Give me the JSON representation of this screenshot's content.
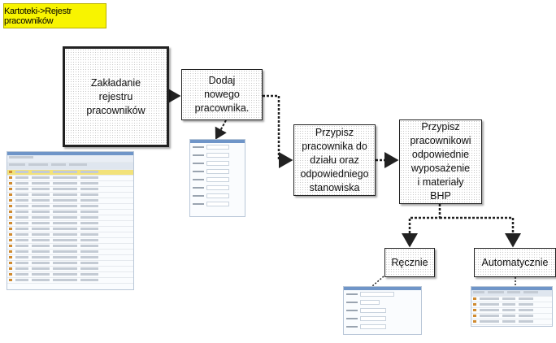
{
  "breadcrumb": "Kartoteki->Rejestr pracowników",
  "nodes": {
    "start": "Zakładanie rejestru pracowników",
    "add_employee": "Dodaj nowego pracownika.",
    "assign_department": "Przypisz pracownika do działu oraz odpowiedniego stanowiska",
    "assign_equipment": "Przypisz pracownikowi odpowiednie wyposażenie i materiały BHP",
    "manual": "Ręcznie",
    "automatic": "Automatycznie"
  },
  "colors": {
    "badge": "#f8f400",
    "box_border": "#222222",
    "thumbnail_header": "#6f95c8",
    "thumbnail_highlight": "#f2e27a"
  }
}
